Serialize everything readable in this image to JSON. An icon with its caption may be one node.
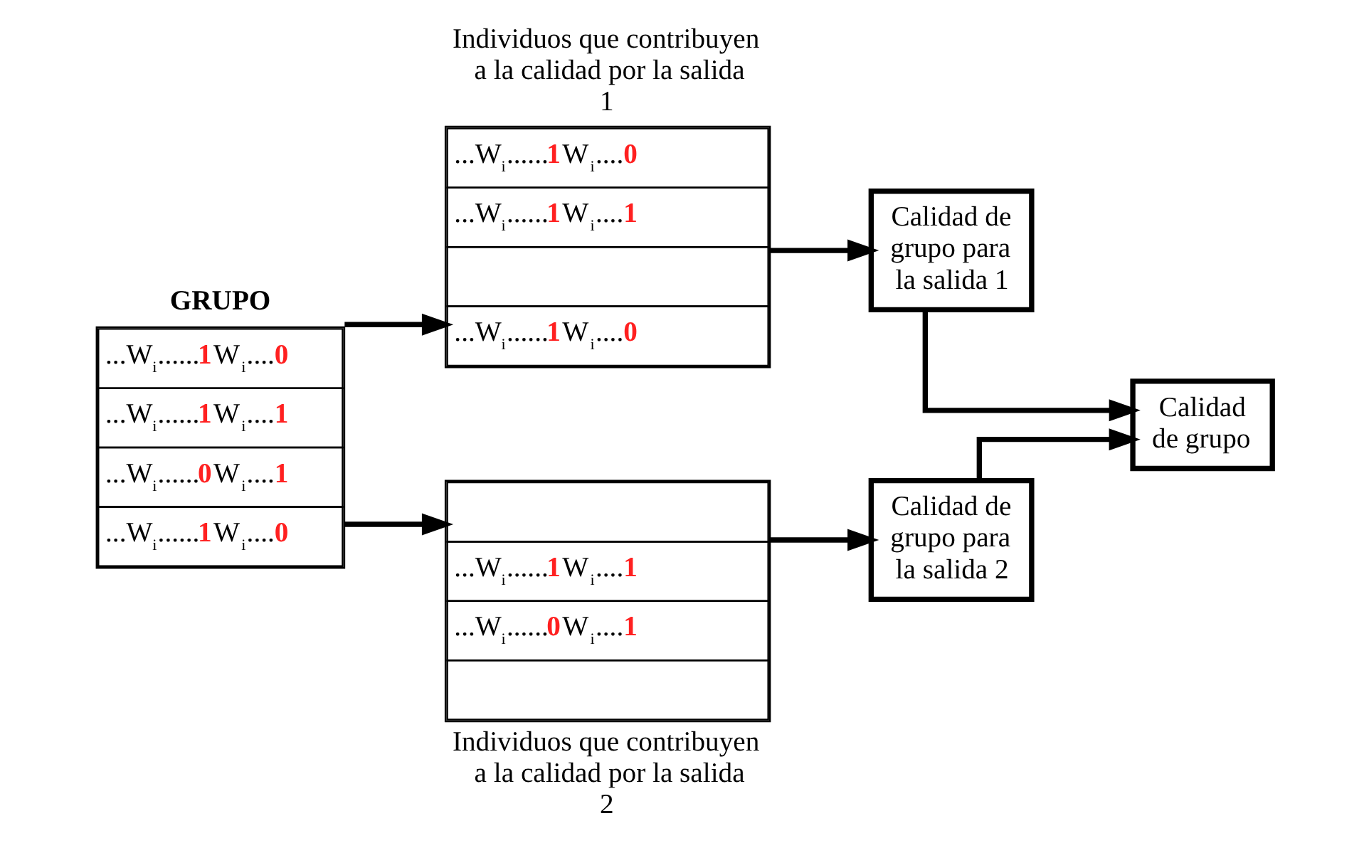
{
  "diagram": {
    "nodes": [
      {
        "text": [
          "GRUPO",
          "...W$_{i}$......**1**W$_{i}$....**0**",
          "...W$_{i}$......**1**W$_{i}$....**1**",
          "...W$_{i}$......**0**W$_{i}$....**1**",
          "...W$_{i}$......**1**W$_{i}$....**0**"
        ]
      },
      {
        "text": [
          "Individuos que contribuyen a la calidad por la salida 1",
          "...W$_{i}$......**1**W$_{i}$....**0**",
          "...W$_{i}$......**1**W$_{i}$....**1**",
          "...W$_{i}$......**1**W$_{i}$....**0**"
        ]
      },
      {
        "text": [
          "Calidad de grupo para la salida 1"
        ]
      },
      {
        "text": [
          "...W$_{i}$......**1**W$_{i}$....**1**",
          "...W$_{i}$......**0**W$_{i}$....**1**",
          "Individuos que contribuyen a la calidad por la salida 2"
        ]
      },
      {
        "text": [
          "Calidad de grupo para la salida 2"
        ]
      },
      {
        "text": [
          "Calidad de grupo"
        ]
      }
    ],
    "edges": [
      {
        "from": 0,
        "to": 1,
        "arrow": "to"
      },
      {
        "from": 0,
        "to": 3,
        "arrow": "to"
      },
      {
        "from": 1,
        "to": 2,
        "arrow": "to"
      },
      {
        "from": 3,
        "to": 4,
        "arrow": "to"
      },
      {
        "from": 2,
        "to": 5,
        "arrow": "to"
      },
      {
        "from": 4,
        "to": 5,
        "arrow": "to"
      }
    ]
  }
}
